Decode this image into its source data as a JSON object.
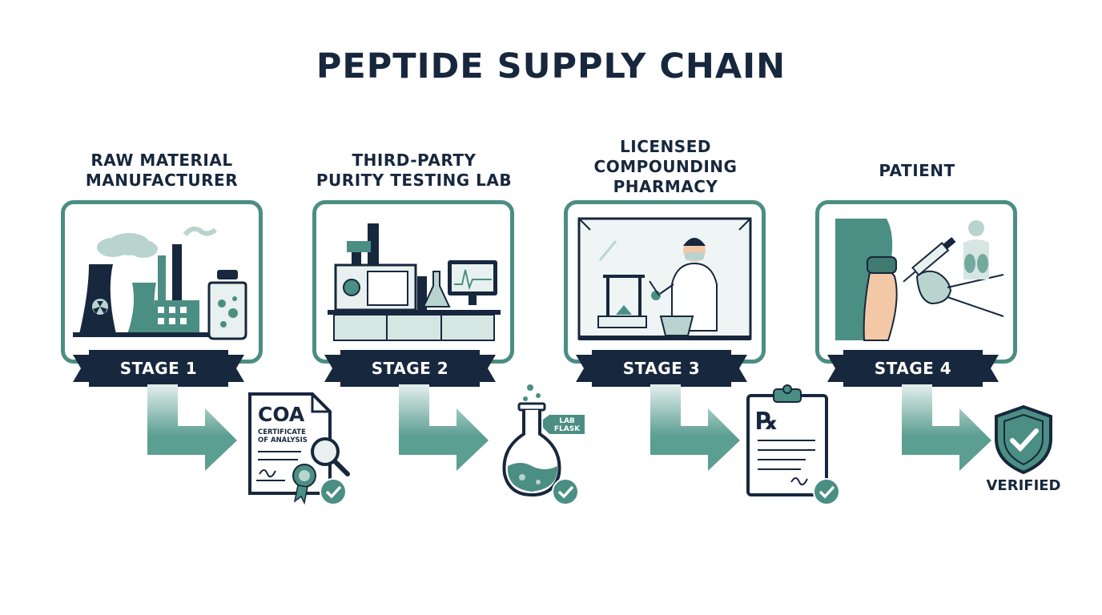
{
  "title": "PEPTIDE SUPPLY CHAIN",
  "stages": [
    {
      "heading": [
        "RAW MATERIAL",
        "MANUFACTURER"
      ],
      "ribbon": "STAGE 1"
    },
    {
      "heading": [
        "THIRD-PARTY",
        "PURITY TESTING LAB"
      ],
      "ribbon": "STAGE 2"
    },
    {
      "heading": [
        "LICENSED",
        "COMPOUNDING",
        "PHARMACY"
      ],
      "ribbon": "STAGE 3"
    },
    {
      "heading": [
        "PATIENT"
      ],
      "ribbon": "STAGE 4"
    }
  ],
  "documents": {
    "coa": {
      "big": "COA",
      "line1": "CERTIFICATE",
      "line2": "OF ANALYSIS"
    },
    "flask_tag": {
      "line1": "LAB",
      "line2": "FLASK"
    },
    "rx": "℞"
  },
  "verified": "VERIFIED",
  "colors": {
    "navy": "#17273d",
    "teal": "#4b8e83",
    "teal_light": "#b9d4cf",
    "arrow": "#5b9e92"
  },
  "icons": {
    "stage1": "factory-icon",
    "stage2": "lab-equipment-icon",
    "stage3": "pharmacist-icon",
    "stage4": "injection-icon",
    "doc1": "certificate-icon",
    "doc2": "flask-icon",
    "doc3": "prescription-icon",
    "doc4": "shield-check-icon"
  }
}
